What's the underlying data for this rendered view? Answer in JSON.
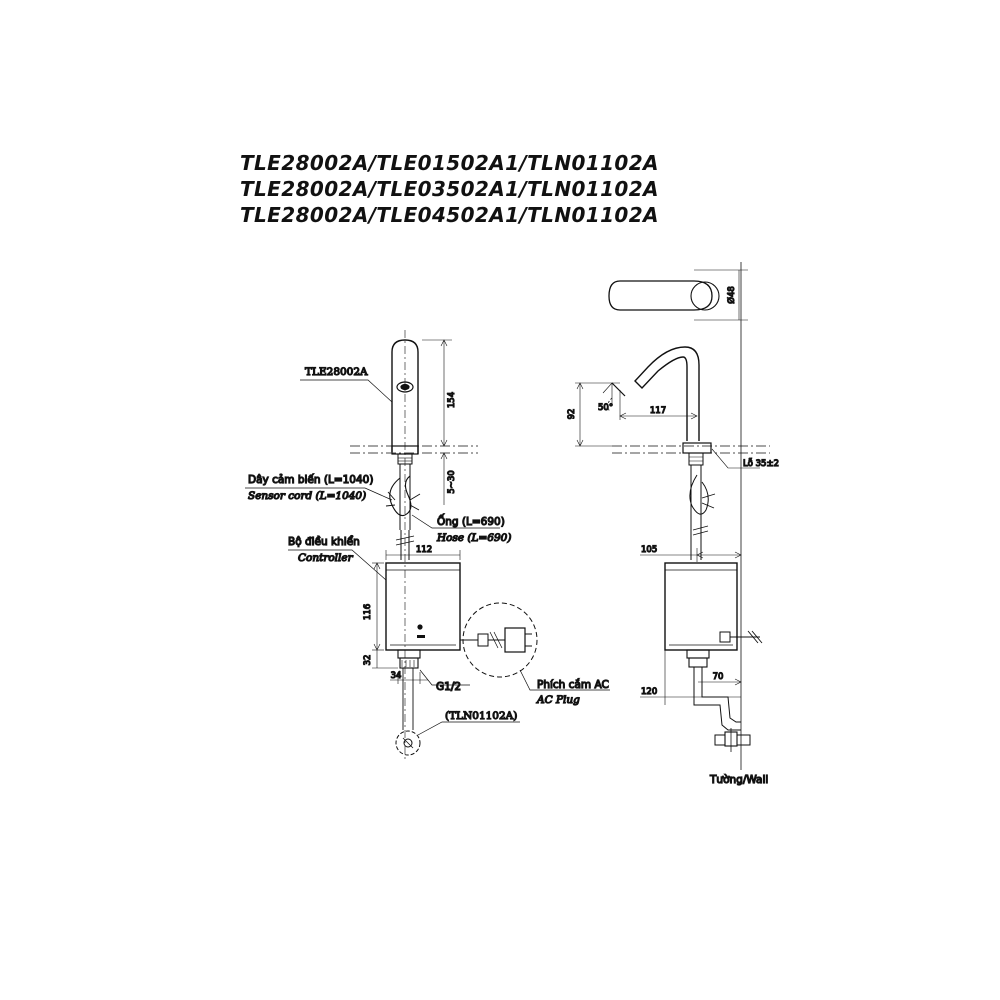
{
  "titles": [
    "TLE28002A/TLE01502A1/TLN01102A",
    "TLE28002A/TLE03502A1/TLN01102A",
    "TLE28002A/TLE04502A1/TLN01102A"
  ],
  "labels": {
    "spout_model": "TLE28002A",
    "sensor_cord_vi": "Dây cảm biến (L=1040)",
    "sensor_cord_en": "Sensor cord (L=1040)",
    "hose_vi": "Ống (L=690)",
    "hose_en": "Hose (L=690)",
    "controller_vi": "Bộ điều khiển",
    "controller_en": "Controller",
    "thread": "G1/2",
    "valve_model": "(TLN01102A)",
    "plug_vi": "Phích cắm AC",
    "plug_en": "AC Plug",
    "hole": "Lỗ 35±2",
    "wall": "Tường/Wall"
  },
  "dims": {
    "spout_height": "154",
    "deck_range": "5~30",
    "controller_width": "112",
    "controller_height": "116",
    "fitting_height": "32",
    "fitting_width": "34",
    "spout_diameter": "Ø48",
    "spout_drop": "92",
    "spout_reach": "117",
    "spout_angle": "50°",
    "side_offset": "105",
    "side_bottom": "120",
    "side_valve": "70"
  }
}
